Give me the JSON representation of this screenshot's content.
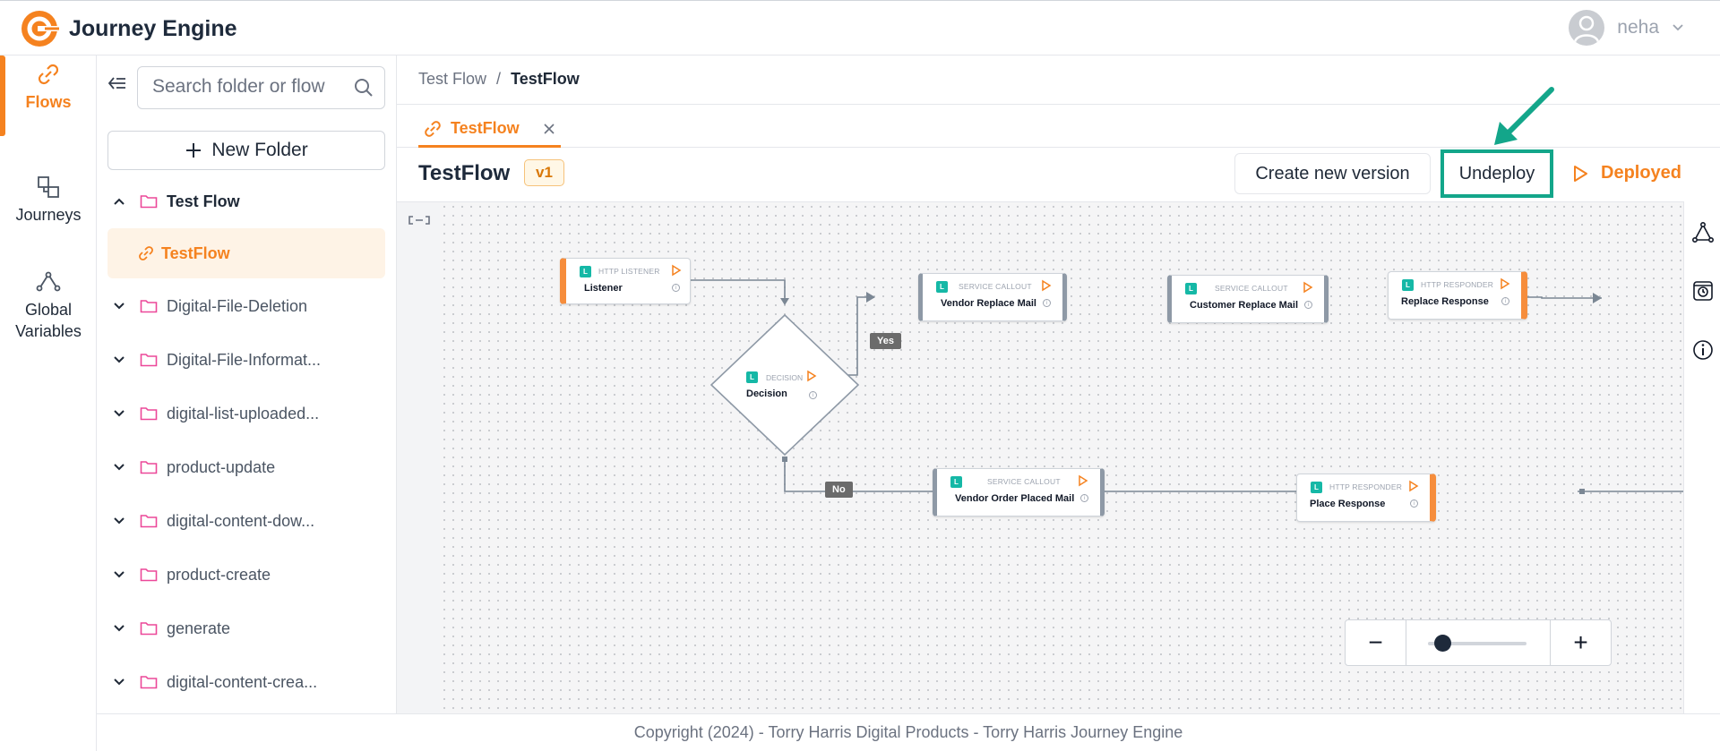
{
  "header": {
    "app_title": "Journey Engine",
    "user_name": "neha"
  },
  "rail": {
    "items": [
      {
        "label": "Flows",
        "icon": "link-icon",
        "active": true
      },
      {
        "label": "Journeys",
        "icon": "journeys-icon",
        "active": false
      },
      {
        "label": "Global Variables",
        "icon": "variables-icon",
        "active": false
      }
    ]
  },
  "folders": {
    "search_placeholder": "Search folder or flow",
    "new_folder_label": "New Folder",
    "items": [
      {
        "label": "Test Flow",
        "expanded": true
      },
      {
        "label": "Digital-File-Deletion",
        "expanded": false
      },
      {
        "label": "Digital-File-Informat...",
        "expanded": false
      },
      {
        "label": "digital-list-uploaded...",
        "expanded": false
      },
      {
        "label": "product-update",
        "expanded": false
      },
      {
        "label": "digital-content-dow...",
        "expanded": false
      },
      {
        "label": "product-create",
        "expanded": false
      },
      {
        "label": "generate",
        "expanded": false
      },
      {
        "label": "digital-content-crea...",
        "expanded": false
      }
    ],
    "selected_flow": "TestFlow"
  },
  "breadcrumb": {
    "parent": "Test Flow",
    "separator": "/",
    "current": "TestFlow"
  },
  "tabs": [
    {
      "label": "TestFlow",
      "active": true
    }
  ],
  "toolbar": {
    "flow_title": "TestFlow",
    "version": "v1",
    "create_version_label": "Create new version",
    "undeploy_label": "Undeploy",
    "status_label": "Deployed"
  },
  "canvas": {
    "nodes": [
      {
        "id": "listener",
        "kind": "HTTP LISTENER",
        "label": "Listener"
      },
      {
        "id": "decision",
        "kind": "DECISION",
        "label": "Decision"
      },
      {
        "id": "vendor-replace",
        "kind": "SERVICE CALLOUT",
        "label": "Vendor Replace Mail"
      },
      {
        "id": "customer-replace",
        "kind": "SERVICE CALLOUT",
        "label": "Customer Replace Mail"
      },
      {
        "id": "replace-response",
        "kind": "HTTP RESPONDER",
        "label": "Replace Response"
      },
      {
        "id": "vendor-order",
        "kind": "SERVICE CALLOUT",
        "label": "Vendor Order Placed Mail"
      },
      {
        "id": "place-response",
        "kind": "HTTP RESPONDER",
        "label": "Place Response"
      }
    ],
    "edge_labels": {
      "yes": "Yes",
      "no": "No"
    },
    "node_badge": "L"
  },
  "zoom": {
    "minus": "−",
    "plus": "+",
    "level": 0.1
  },
  "footer": {
    "text": "Copyright (2024) - Torry Harris Digital Products - Torry Harris Journey Engine"
  },
  "colors": {
    "accent": "#f5821f",
    "highlight": "#13a68a",
    "badge": "#15b8a6"
  }
}
